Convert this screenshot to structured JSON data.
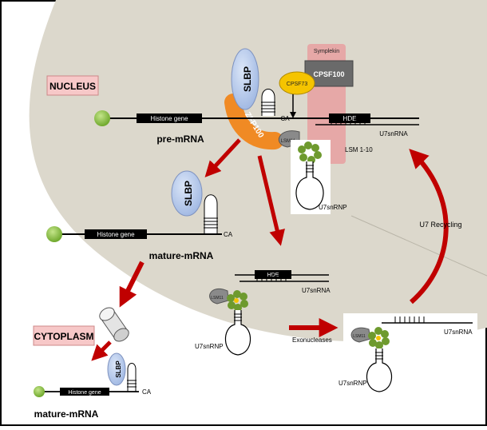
{
  "compartments": {
    "nucleus": "NUCLEUS",
    "cytoplasm": "CYTOPLASM"
  },
  "proteins": {
    "slbp": "SLBP",
    "zfp100": "ZFP100",
    "cpsf73": "CPSF73",
    "cpsf100": "CPSF100",
    "symplekin": "Symplekin",
    "lsm11": "LSM11",
    "lsm1_10": "LSM 1-10"
  },
  "gene": {
    "histone_gene": "Histone gene",
    "hde": "HDE",
    "ca": "CA"
  },
  "rna": {
    "pre_mrna": "pre-mRNA",
    "mature_mrna": "mature-mRNA",
    "u7snrna": "U7snRNA",
    "u7snrnp": "U7snRNP"
  },
  "process": {
    "u7_recycling": "U7 Recycling",
    "exonucleases": "Exonucleases"
  },
  "colors": {
    "nucleus_fill": "#dcd8cc",
    "compartment_label_fill": "#f7c8c8",
    "arrow_red": "#c00000",
    "slbp_fill": "#b8cdee",
    "zfp100_fill": "#f08a24",
    "cpsf73_fill": "#f5c400",
    "cpsf100_fill": "#707070",
    "symplekin_fill": "#e8a0a0",
    "cap_green": "#8dc63f",
    "lsm_green": "#6e9a2e"
  }
}
